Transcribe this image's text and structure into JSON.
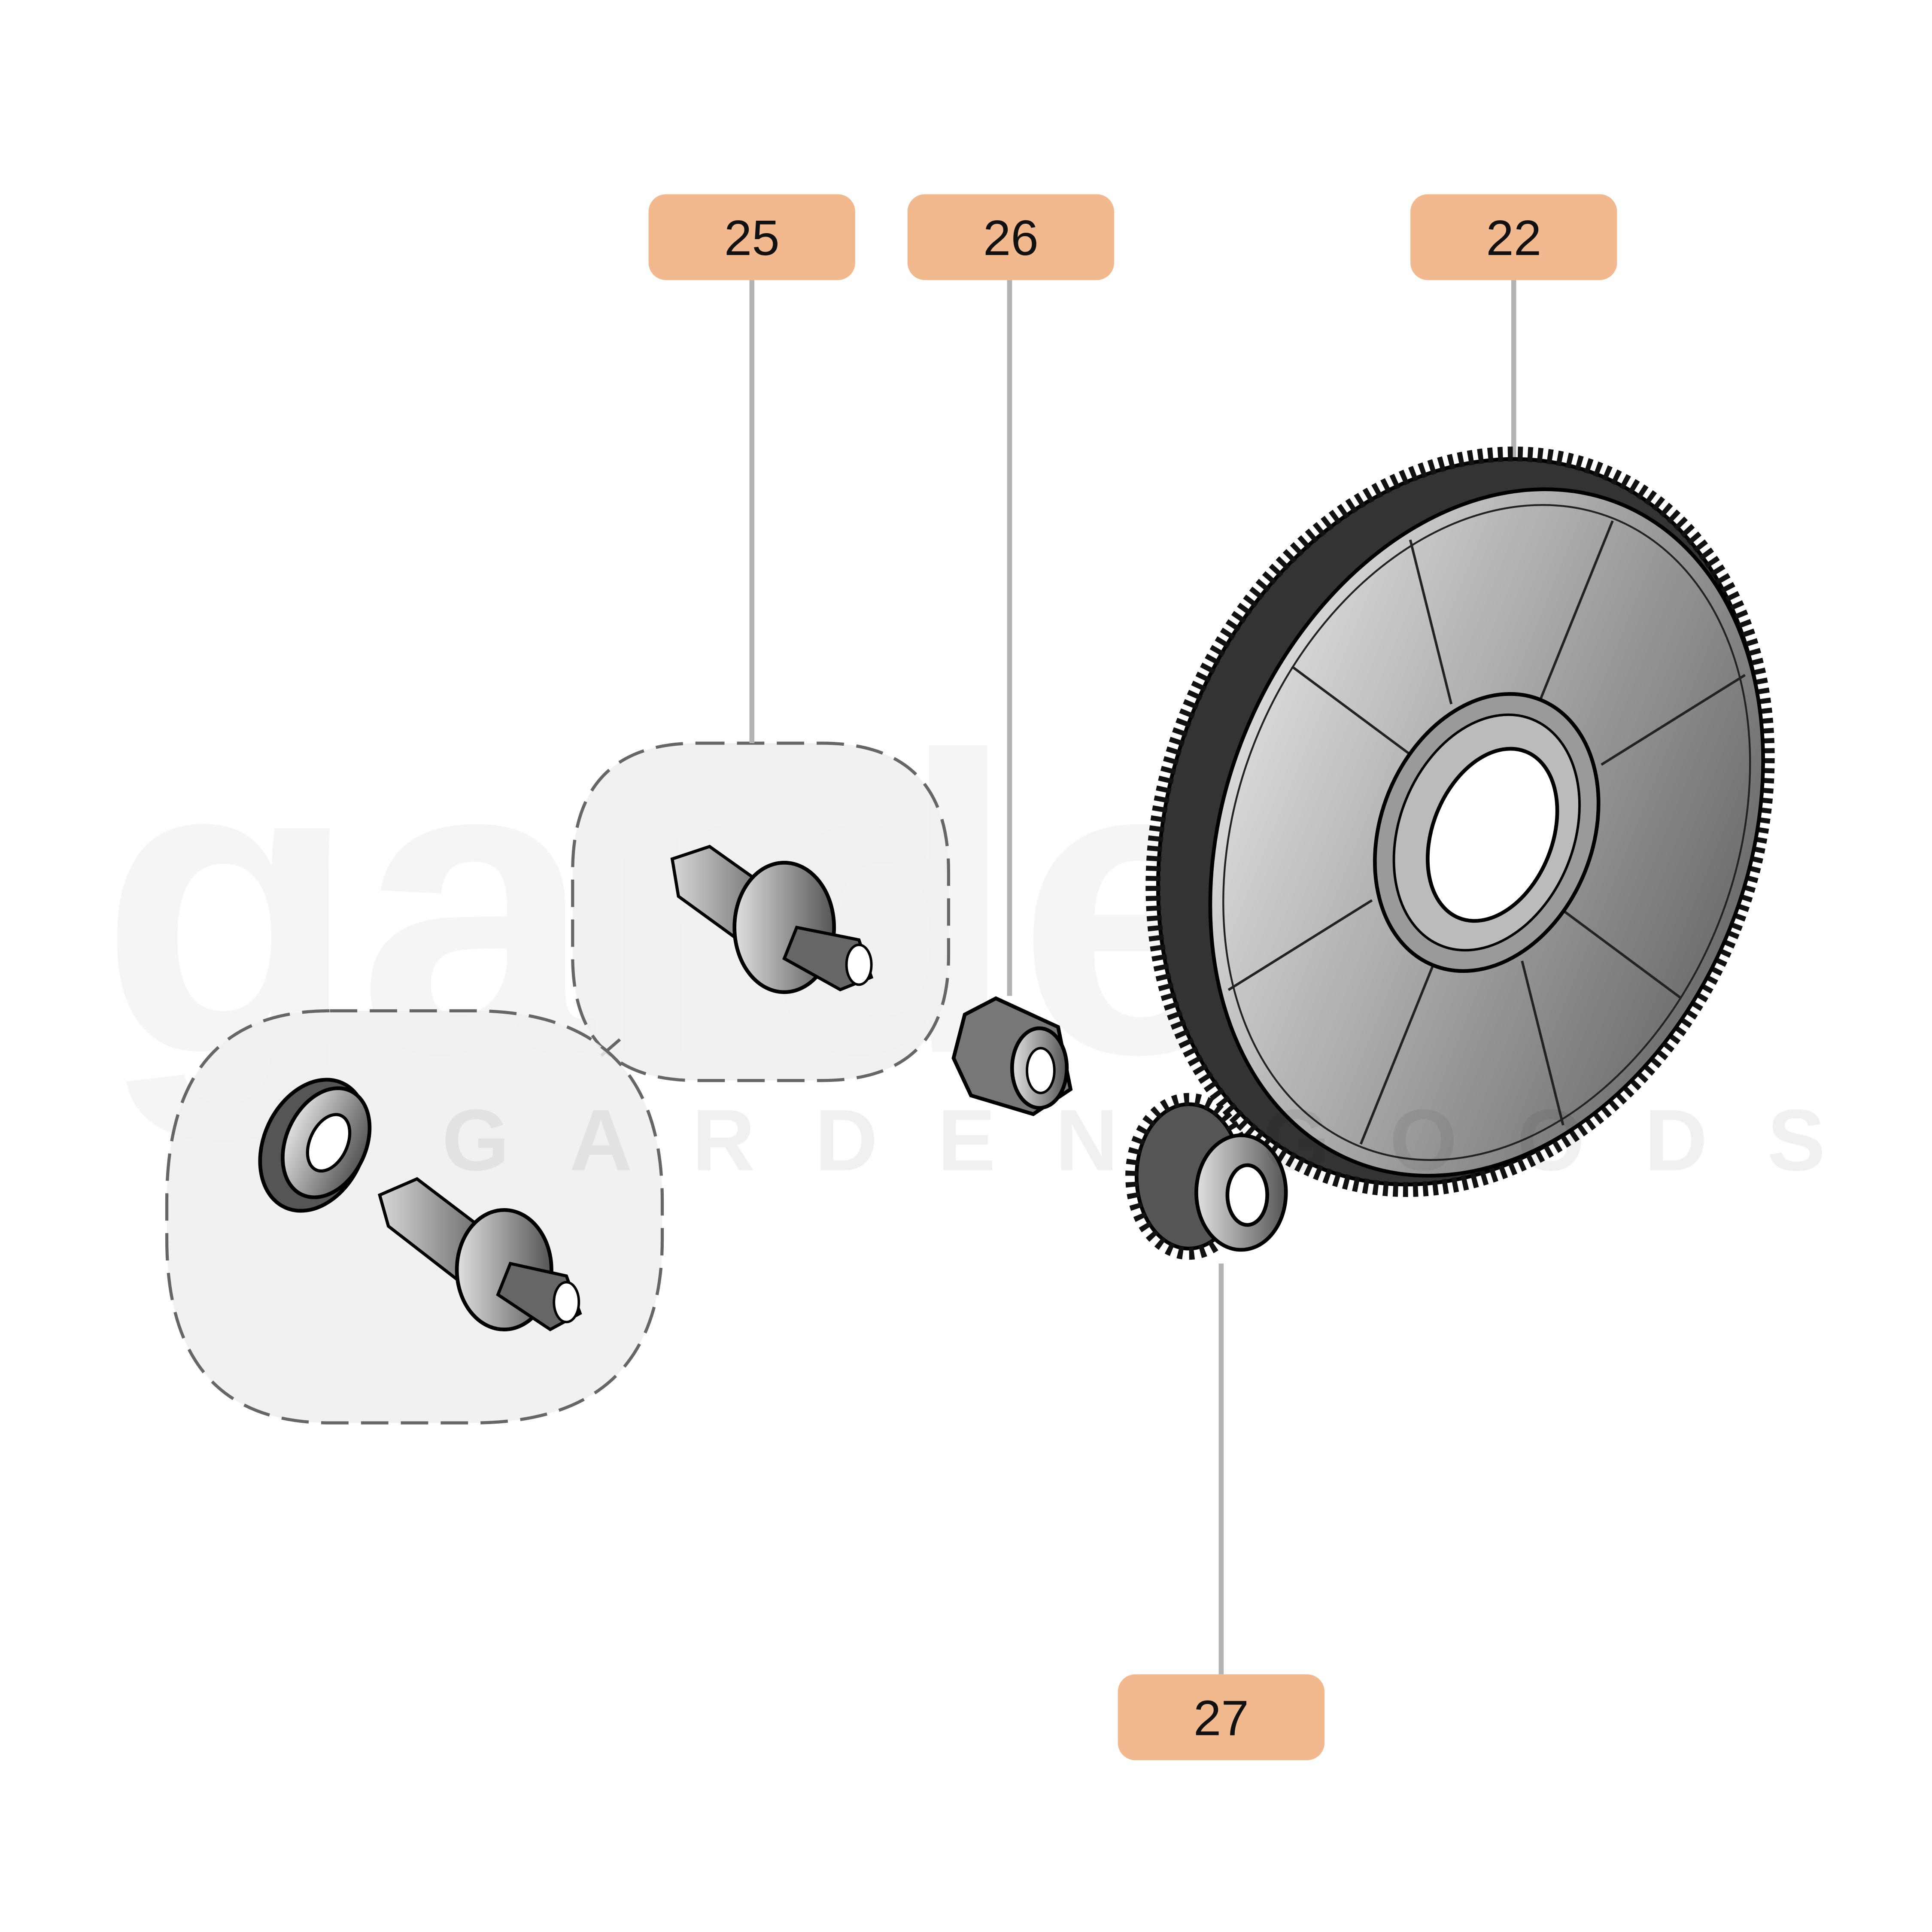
{
  "watermark": {
    "logo_text": "garden goods",
    "text": "GARDEN GOODS"
  },
  "callouts": [
    {
      "number": "25"
    },
    {
      "number": "26"
    },
    {
      "number": "22"
    },
    {
      "number": "27"
    }
  ],
  "colors": {
    "callout_fill": "#f2b98e",
    "leader_line": "#b3b3b3",
    "group_fill": "#eeeeee",
    "group_border": "#666666",
    "part_fill": "#9a9a9a"
  }
}
